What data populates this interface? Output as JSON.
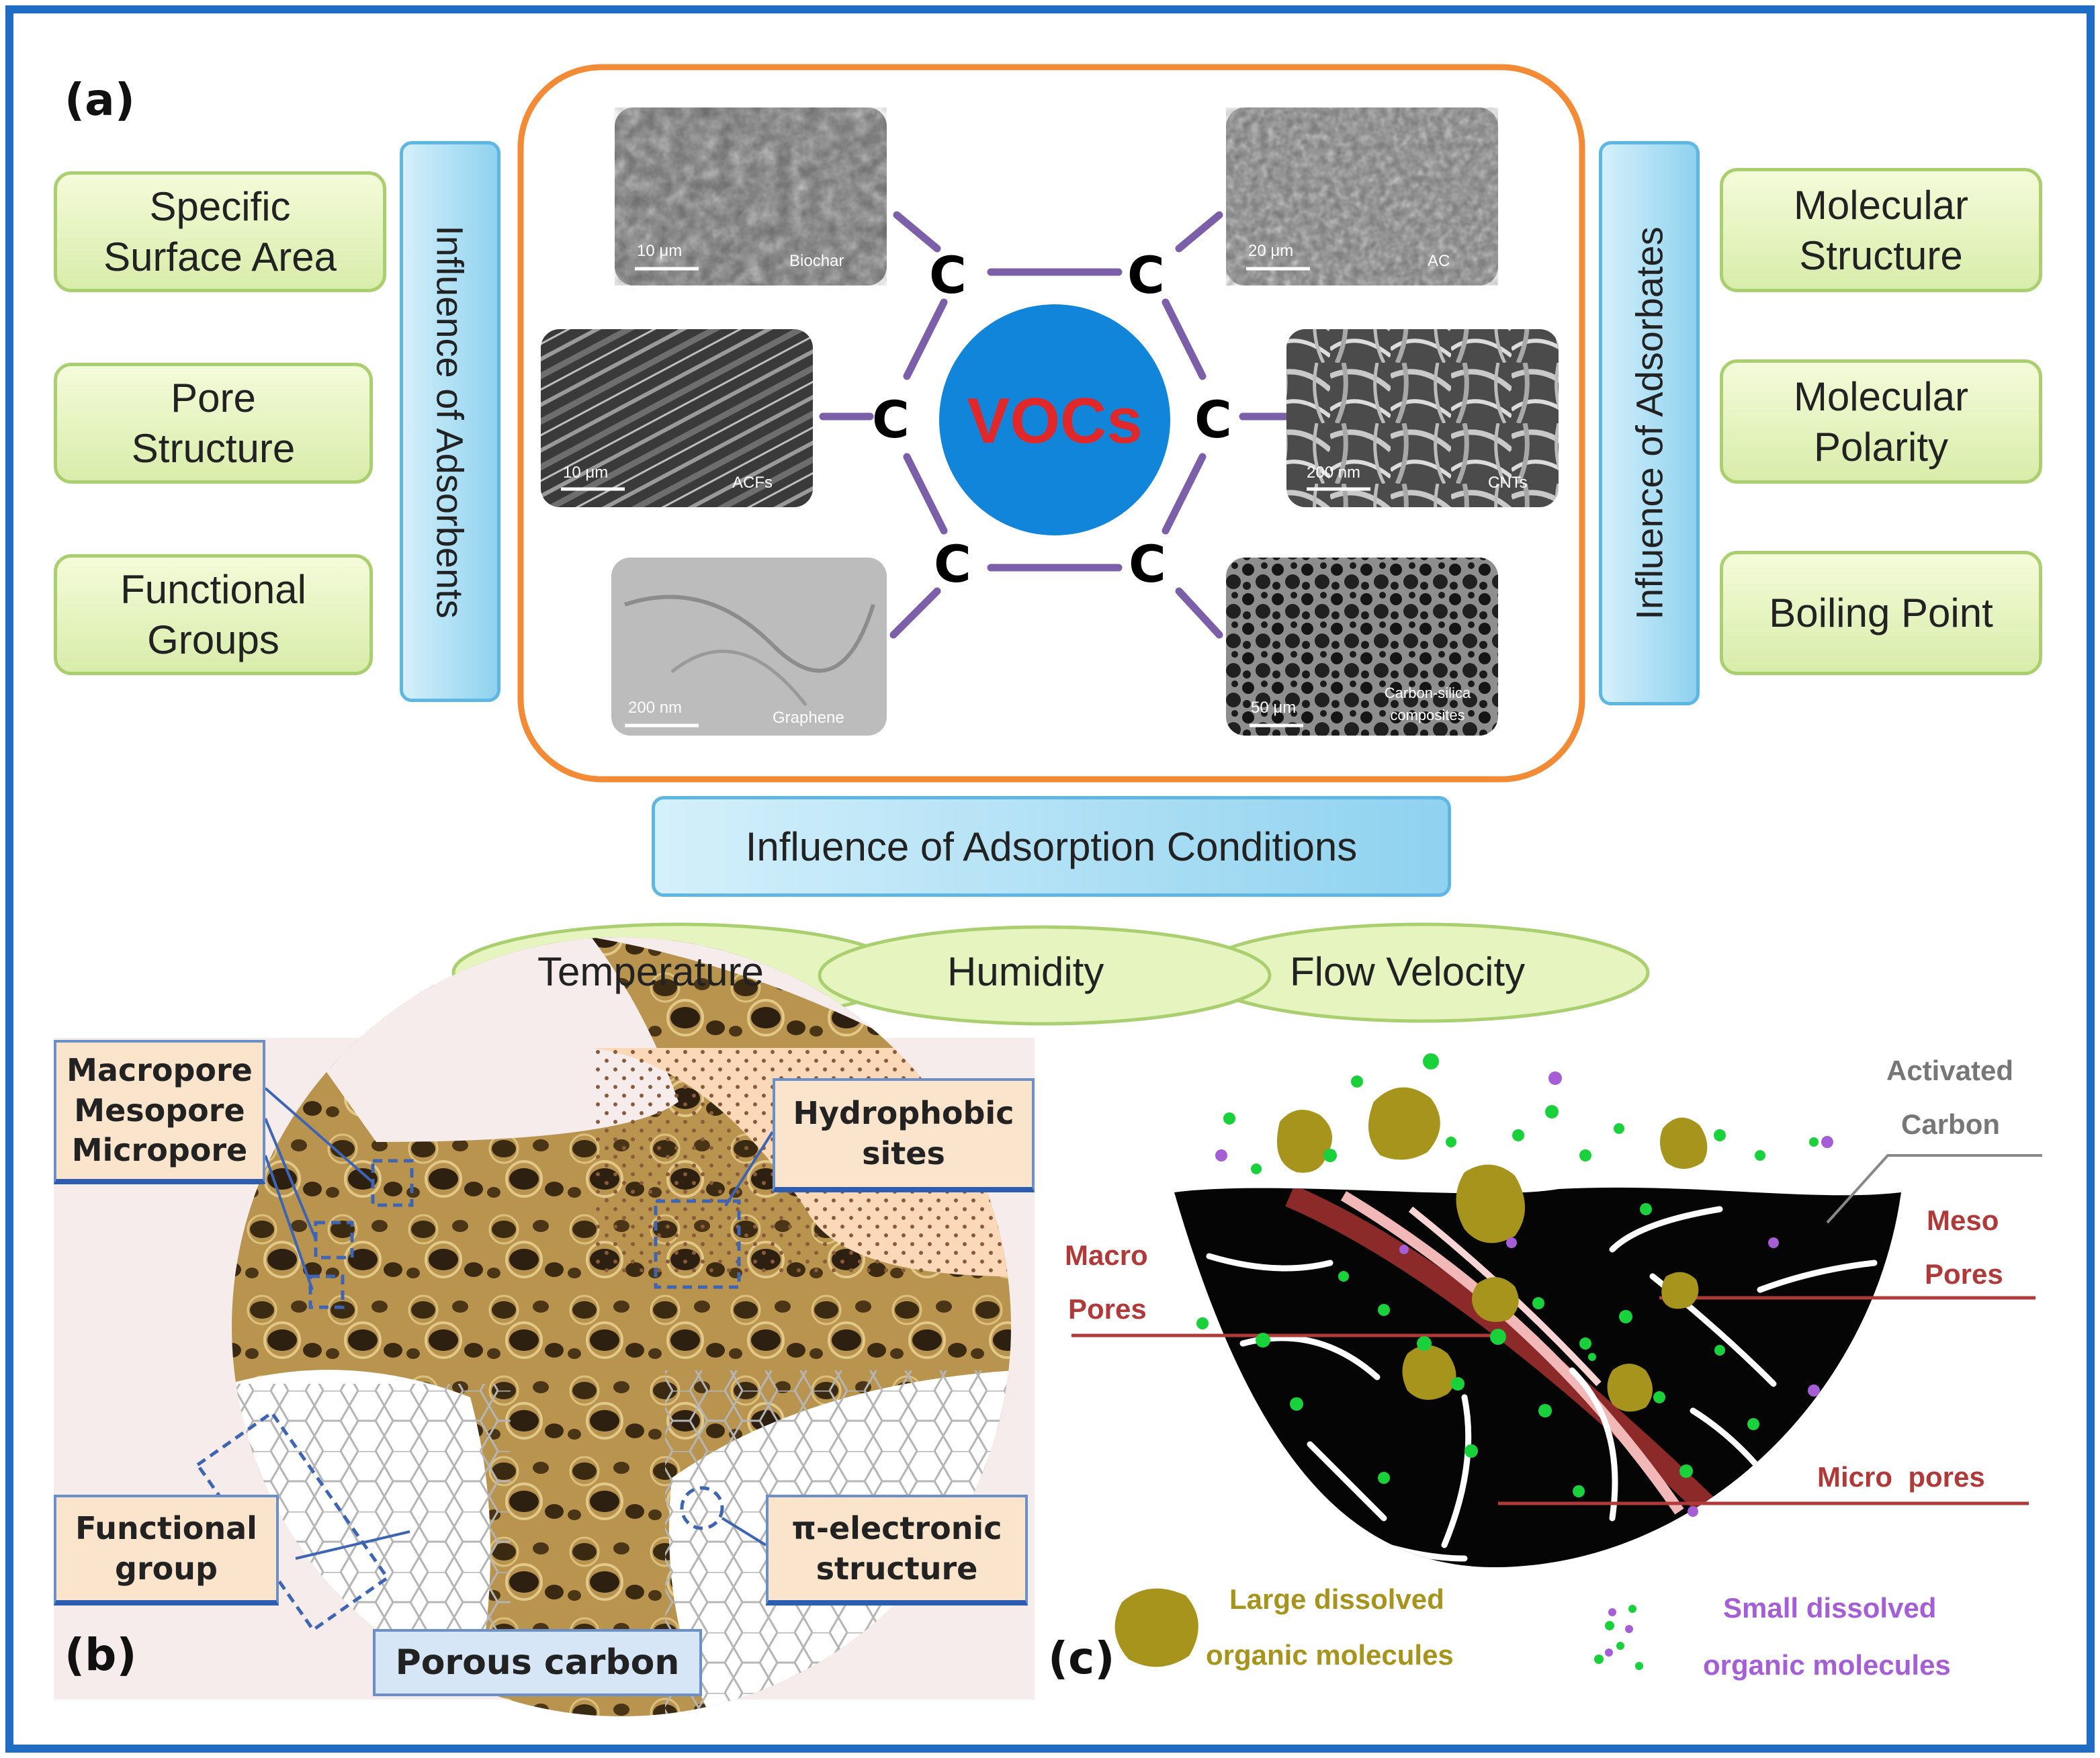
{
  "panel_a": {
    "label": "(a)",
    "center_text": "VOCs",
    "ring_atom": "C",
    "adsorbents": {
      "title": "Influence of Adsorbents",
      "items": [
        "Specific\nSurface Area",
        "Pore\nStructure",
        "Functional\nGroups"
      ]
    },
    "adsorbates": {
      "title": "Influence of Adsorbates",
      "items": [
        "Molecular\nStructure",
        "Molecular\nPolarity",
        "Boiling Point"
      ]
    },
    "conditions": {
      "title": "Influence of Adsorption Conditions",
      "items": [
        "Temperature",
        "Humidity",
        "Flow Velocity"
      ]
    },
    "micrographs": [
      {
        "name": "Biochar",
        "scale": "10 μm"
      },
      {
        "name": "AC",
        "scale": "20 μm"
      },
      {
        "name": "ACFs",
        "scale": "10 μm"
      },
      {
        "name": "CNTs",
        "scale": "200 nm"
      },
      {
        "name": "Graphene",
        "scale": "200 nm"
      },
      {
        "name": "Carbon-silica\ncomposites",
        "scale": "50 μm"
      }
    ]
  },
  "panel_b": {
    "label": "(b)",
    "pores": "Macropore\nMesopore\nMicropore",
    "hydrophobic": "Hydrophobic\nsites",
    "functional": "Functional\ngroup",
    "pi": "π-electronic\nstructure",
    "title": "Porous carbon"
  },
  "panel_c": {
    "label": "(c)",
    "activated": "Activated",
    "carbon": "Carbon",
    "macro1": "Macro",
    "macro2": "Pores",
    "meso1": "Meso",
    "meso2": "Pores",
    "micro": "Micro  pores",
    "large1": "Large dissolved",
    "large2": "organic molecules",
    "small1": "Small dissolved",
    "small2": "organic molecules"
  },
  "colors": {
    "frame": "#1f6cc4",
    "orange": "#f28a36",
    "voc_circle": "#1185d9",
    "voc_text": "#e0282b",
    "bond": "#7b5fa8",
    "pore_red": "#b03a3a",
    "large_molecule": "#a7941d",
    "small_green": "#19d13a",
    "small_purple": "#a55ed6"
  }
}
